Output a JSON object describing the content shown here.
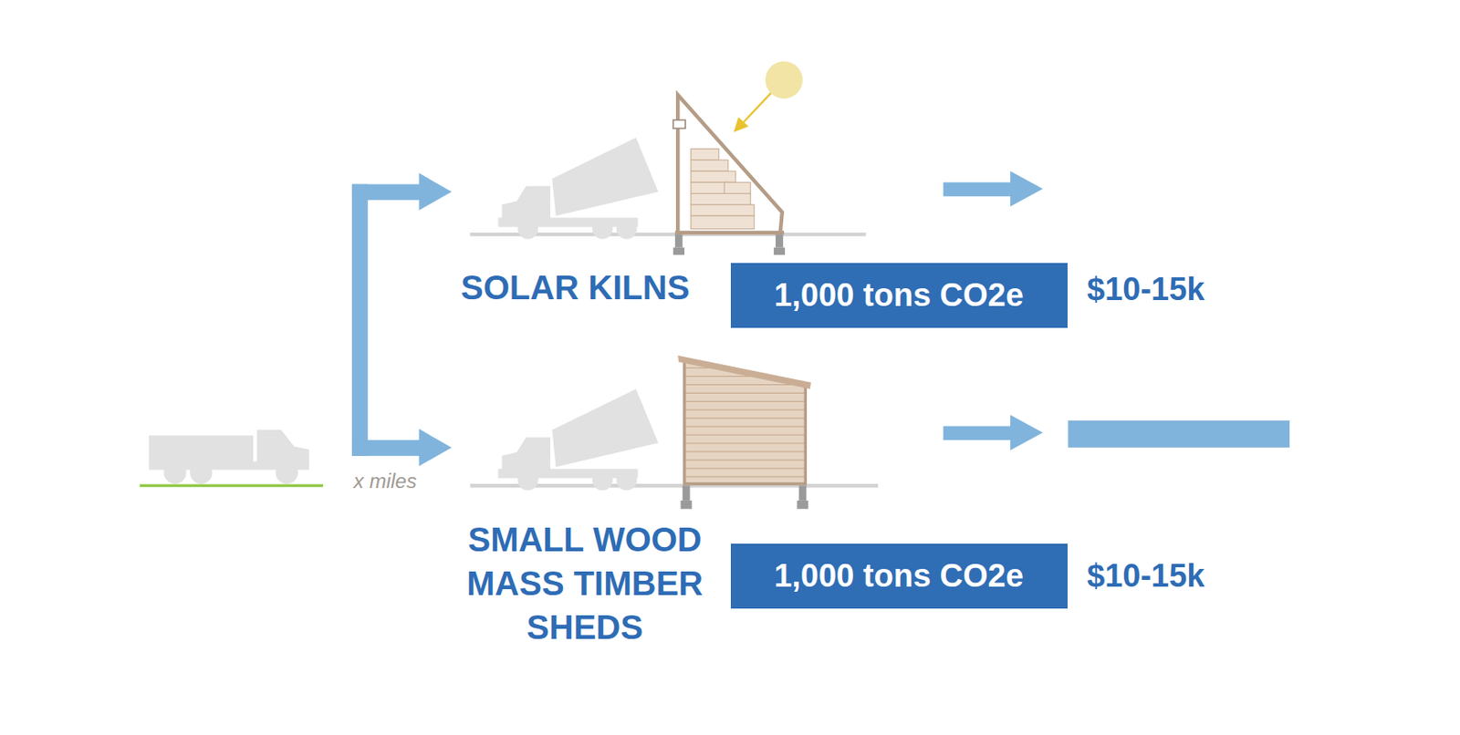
{
  "diagram": {
    "nodes": [
      {
        "text": [
          "1,000 tons CO2e"
        ]
      },
      {
        "text": [
          "1,000 tons CO2e"
        ]
      }
    ],
    "labels": [
      "x miles",
      "SOLAR KILNS",
      "$10-15k",
      "SMALL WOOD MASS TIMBER SHEDS",
      "$10-15k"
    ]
  }
}
